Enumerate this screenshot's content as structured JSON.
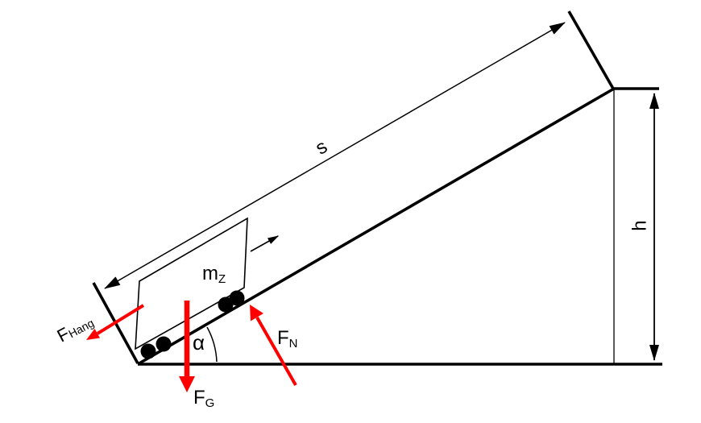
{
  "figure": {
    "background_color": "#ffffff",
    "line_color": "#000000",
    "force_color": "#ff0000",
    "labels": {
      "slope_length": "s",
      "height": "h",
      "angle": "α",
      "mass": {
        "main": "m",
        "sub": "Z"
      },
      "force_gravity": {
        "main": "F",
        "sub": "G"
      },
      "force_normal": {
        "main": "F",
        "sub": "N"
      },
      "force_downhill": {
        "main": "F",
        "sub": "Hang"
      }
    }
  }
}
